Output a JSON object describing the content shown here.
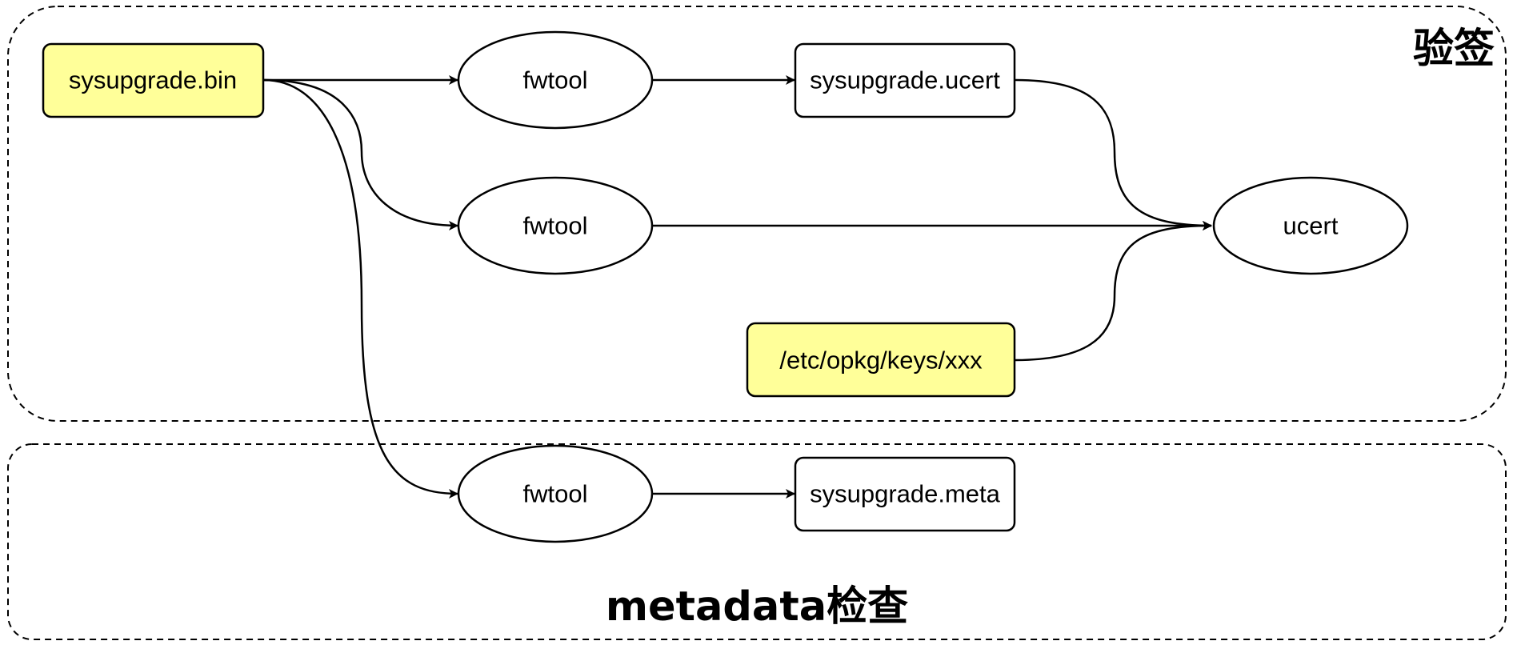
{
  "diagram": {
    "groups": {
      "verify": {
        "title": "验签"
      },
      "metadata": {
        "title": "metadata检查"
      }
    },
    "nodes": {
      "sysupgrade_bin": {
        "label": "sysupgrade.bin",
        "fill": "#ffff99"
      },
      "fwtool_1": {
        "label": "fwtool"
      },
      "sysupgrade_ucert": {
        "label": "sysupgrade.ucert",
        "fill": "#ffffff"
      },
      "fwtool_2": {
        "label": "fwtool"
      },
      "ucert": {
        "label": "ucert"
      },
      "opkg_keys": {
        "label": "/etc/opkg/keys/xxx",
        "fill": "#ffff99"
      },
      "fwtool_3": {
        "label": "fwtool"
      },
      "sysupgrade_meta": {
        "label": "sysupgrade.meta",
        "fill": "#ffffff"
      }
    },
    "edges": [
      {
        "from": "sysupgrade.bin",
        "to": "fwtool"
      },
      {
        "from": "sysupgrade.bin",
        "to": "fwtool"
      },
      {
        "from": "sysupgrade.bin",
        "to": "fwtool"
      },
      {
        "from": "fwtool",
        "to": "sysupgrade.ucert"
      },
      {
        "from": "sysupgrade.ucert",
        "to": "ucert"
      },
      {
        "from": "fwtool",
        "to": "ucert"
      },
      {
        "from": "/etc/opkg/keys/xxx",
        "to": "ucert"
      },
      {
        "from": "fwtool",
        "to": "sysupgrade.meta"
      }
    ]
  }
}
